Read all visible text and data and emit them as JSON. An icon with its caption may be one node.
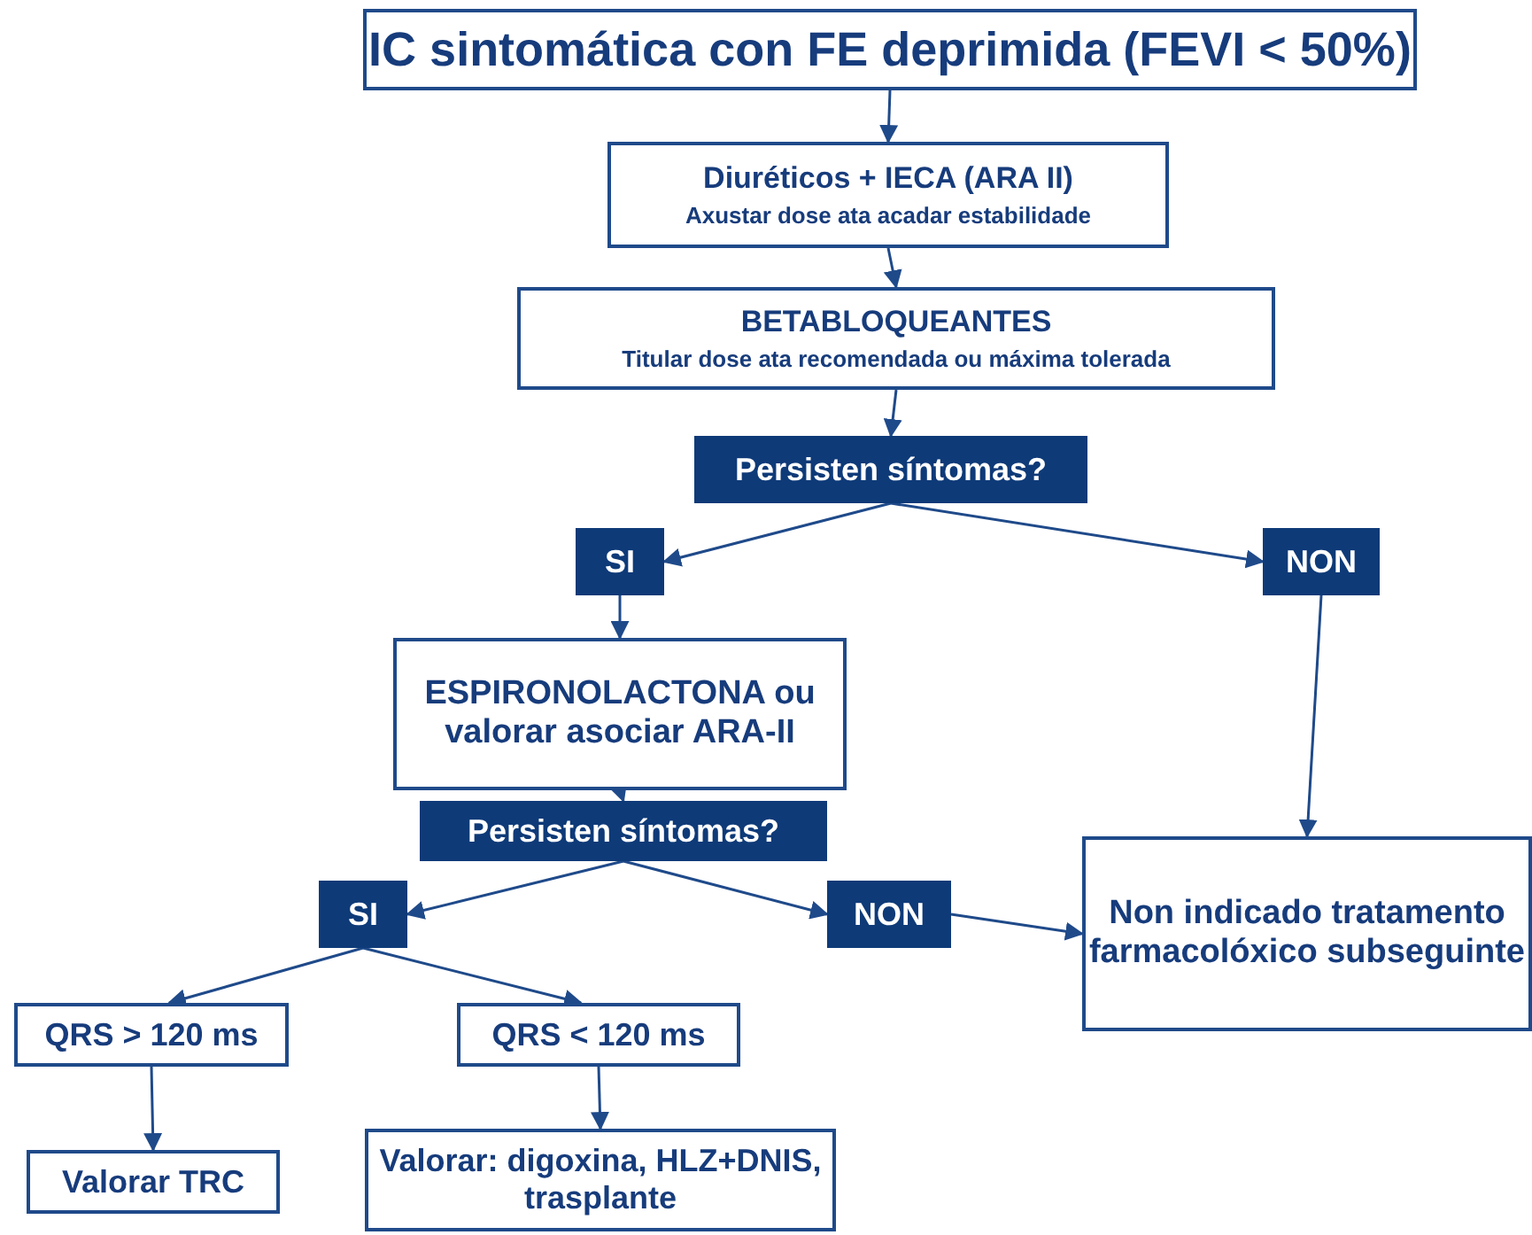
{
  "diagram": {
    "nodes": [
      {
        "text": [
          "IC sintomática con FE deprimida (FEVI < 50%)"
        ]
      },
      {
        "text": [
          "Diuréticos + IECA (ARA II)",
          "Axustar dose ata acadar estabilidade"
        ]
      },
      {
        "text": [
          "BETABLOQUEANTES",
          "Titular dose ata recomendada ou máxima tolerada"
        ]
      },
      {
        "text": [
          "Persisten síntomas?"
        ]
      },
      {
        "text": [
          "SI"
        ]
      },
      {
        "text": [
          "NON"
        ]
      },
      {
        "text": [
          "ESPIRONOLACTONA ou valorar asociar ARA-II"
        ]
      },
      {
        "text": [
          "Persisten síntomas?"
        ]
      },
      {
        "text": [
          "SI"
        ]
      },
      {
        "text": [
          "NON"
        ]
      },
      {
        "text": [
          "Non indicado tratamento farmacolóxico subseguinte"
        ]
      },
      {
        "text": [
          "QRS > 120 ms"
        ]
      },
      {
        "text": [
          "QRS < 120 ms"
        ]
      },
      {
        "text": [
          "Valorar TRC"
        ]
      },
      {
        "text": [
          "Valorar: digoxina, HLZ+DNIS, trasplante"
        ]
      }
    ],
    "edges": [
      {
        "from": 0,
        "to": 1,
        "arrow": "to"
      },
      {
        "from": 1,
        "to": 2,
        "arrow": "to"
      },
      {
        "from": 2,
        "to": 3,
        "arrow": "to"
      },
      {
        "from": 3,
        "to": 4,
        "arrow": "to"
      },
      {
        "from": 3,
        "to": 5,
        "arrow": "to"
      },
      {
        "from": 4,
        "to": 6,
        "arrow": "to"
      },
      {
        "from": 6,
        "to": 7,
        "arrow": "to"
      },
      {
        "from": 5,
        "to": 10,
        "arrow": "to"
      },
      {
        "from": 7,
        "to": 8,
        "arrow": "to"
      },
      {
        "from": 7,
        "to": 9,
        "arrow": "to"
      },
      {
        "from": 9,
        "to": 10,
        "arrow": "to"
      },
      {
        "from": 8,
        "to": 11,
        "arrow": "to"
      },
      {
        "from": 8,
        "to": 12,
        "arrow": "to"
      },
      {
        "from": 11,
        "to": 13,
        "arrow": "to"
      },
      {
        "from": 12,
        "to": 14,
        "arrow": "to"
      }
    ]
  }
}
